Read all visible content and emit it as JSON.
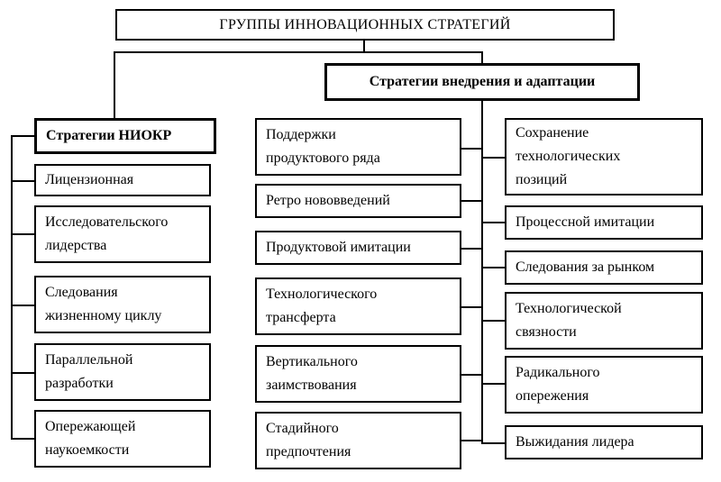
{
  "title": "ГРУППЫ ИННОВАЦИОННЫХ СТРАТЕГИЙ",
  "niokr": {
    "heading": "Стратегии НИОКР",
    "items": [
      "Лицензионная",
      "Исследовательского\nлидерства",
      "Следования\nжизненному циклу",
      "Параллельной\nразработки",
      "Опережающей\nнаукоемкости"
    ]
  },
  "adaptation": {
    "heading": "Стратегии внедрения и адаптации",
    "left_items": [
      "Поддержки\nпродуктового ряда",
      "Ретро нововведений",
      "Продуктовой имитации",
      "Технологического\nтрансферта",
      "Вертикального\nзаимствования",
      "Стадийного\nпредпочтения"
    ],
    "right_items": [
      "Сохранение\nтехнологических\nпозиций",
      "Процессной имитации",
      "Следования за рынком",
      "Технологической\nсвязности",
      "Радикального\nопережения",
      "Выжидания лидера"
    ]
  }
}
